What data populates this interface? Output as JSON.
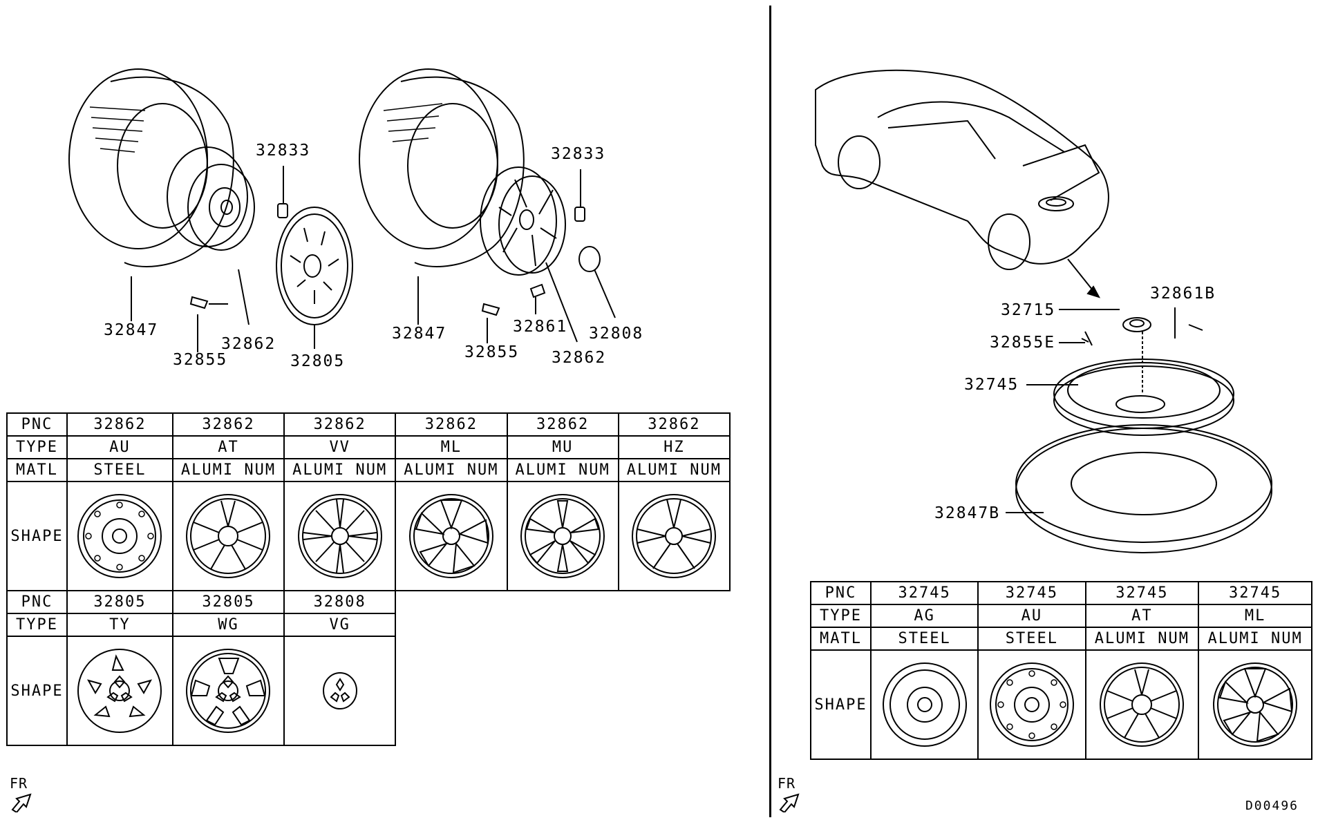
{
  "labels": {
    "l1": "32833",
    "l2": "32847",
    "l3": "32862",
    "l4": "32855",
    "l5": "32805",
    "l6": "32847",
    "l7": "32833",
    "l8": "32855",
    "l9": "32861",
    "l10": "32862",
    "l11": "32808",
    "r1": "32715",
    "r2": "32861B",
    "r3": "32855E",
    "r4": "32745",
    "r5": "32847B"
  },
  "table1": {
    "row_pnc": [
      "PNC",
      "32862",
      "32862",
      "32862",
      "32862",
      "32862",
      "32862"
    ],
    "row_type": [
      "TYPE",
      "AU",
      "AT",
      "VV",
      "ML",
      "MU",
      "HZ"
    ],
    "row_matl": [
      "MATL",
      "STEEL",
      "ALUMI NUM",
      "ALUMI NUM",
      "ALUMI NUM",
      "ALUMI NUM",
      "ALUMI NUM"
    ],
    "row_shape": "SHAPE"
  },
  "table2": {
    "row_pnc": [
      "PNC",
      "32805",
      "32805",
      "32808"
    ],
    "row_type": [
      "TYPE",
      "TY",
      "WG",
      "VG"
    ],
    "row_shape": "SHAPE"
  },
  "table3": {
    "row_pnc": [
      "PNC",
      "32745",
      "32745",
      "32745",
      "32745"
    ],
    "row_type": [
      "TYPE",
      "AG",
      "AU",
      "AT",
      "ML"
    ],
    "row_matl": [
      "MATL",
      "STEEL",
      "STEEL",
      "ALUMI NUM",
      "ALUMI NUM"
    ],
    "row_shape": "SHAPE"
  },
  "fr_left": "FR",
  "fr_right": "FR",
  "diagram_code": "D00496"
}
